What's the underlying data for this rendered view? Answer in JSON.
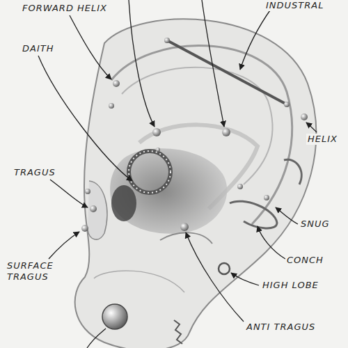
{
  "diagram": {
    "labels": [
      "FORWARD HELIX",
      "INDUSTRAL",
      "DAITH",
      "TRAGUS",
      "SURFACE TRAGUS",
      "HELIX",
      "SNUG",
      "CONCH",
      "HIGH LOBE",
      "ANTI TRAGUS"
    ]
  }
}
